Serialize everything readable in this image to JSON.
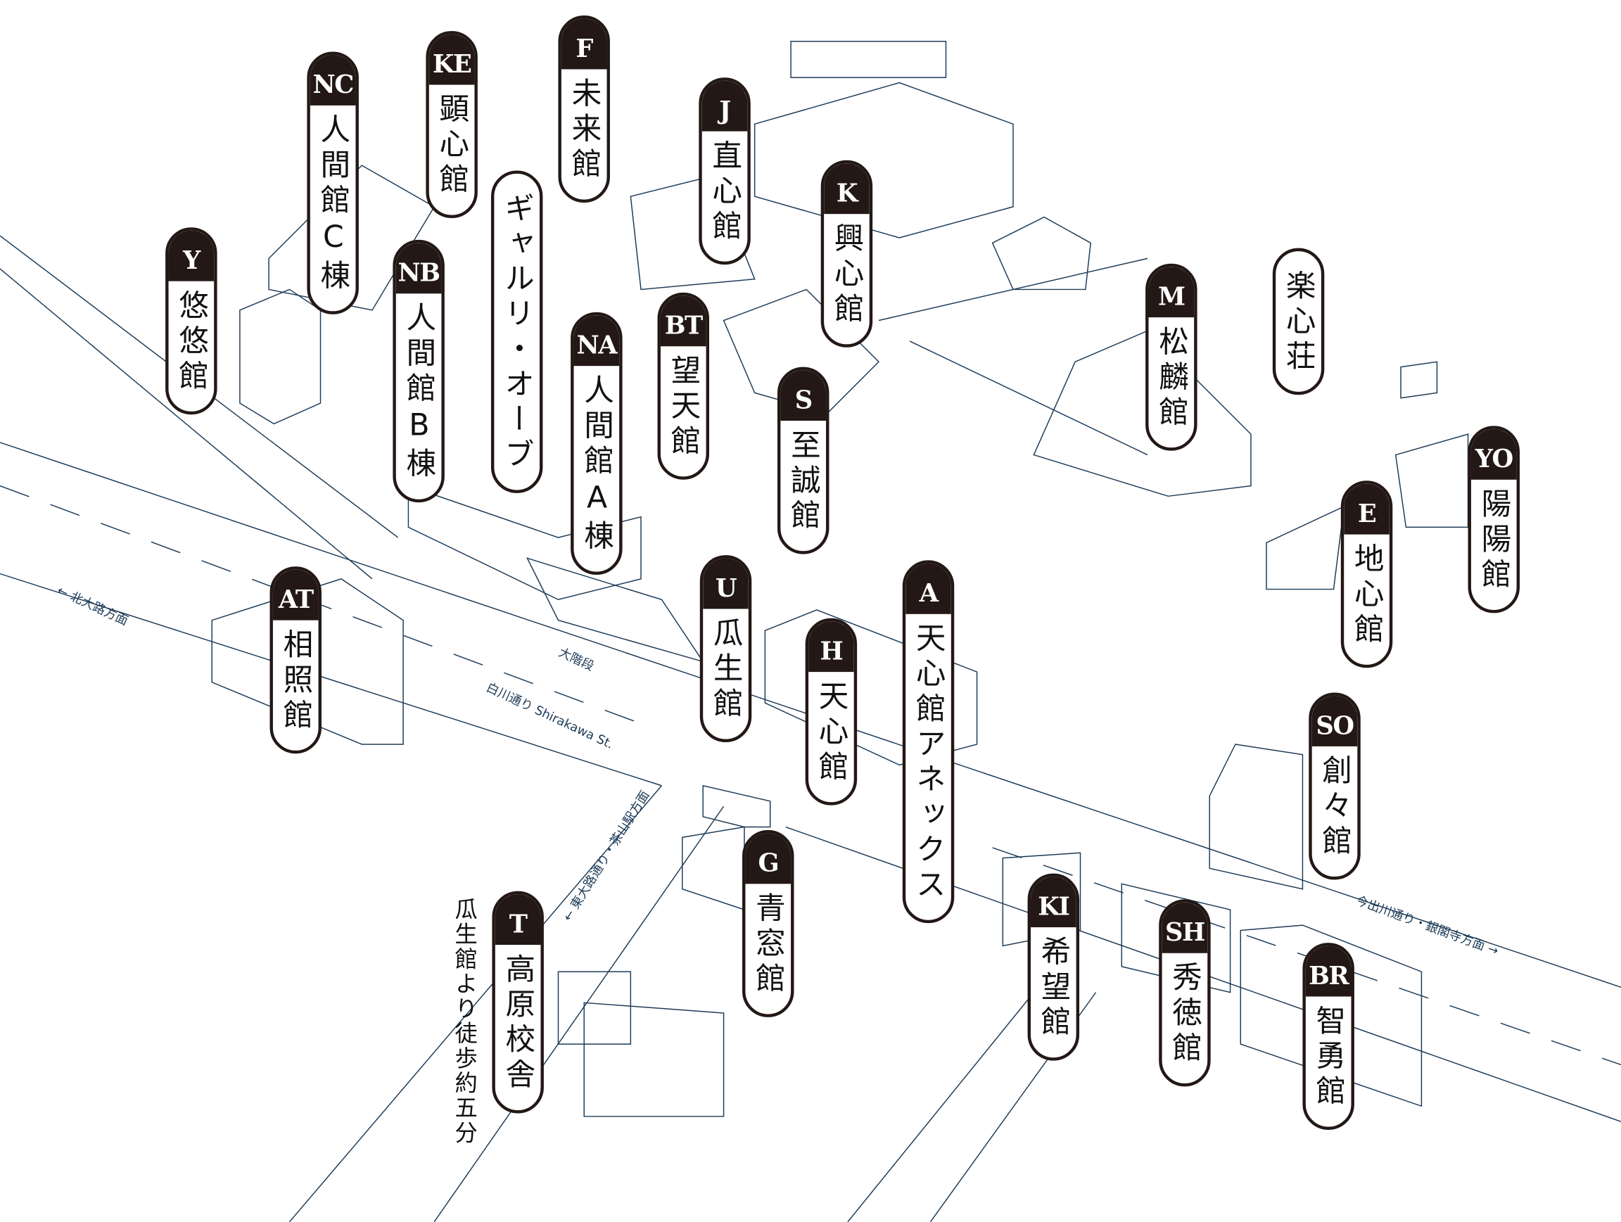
{
  "map": {
    "buildings": [
      {
        "code": "NC",
        "name": "人間館C棟"
      },
      {
        "code": "KE",
        "name": "顕心館"
      },
      {
        "code": "F",
        "name": "未来館"
      },
      {
        "code": "J",
        "name": "直心館"
      },
      {
        "code": "K",
        "name": "興心館"
      },
      {
        "code": "Y",
        "name": "悠悠館"
      },
      {
        "code": "NB",
        "name": "人間館B棟"
      },
      {
        "code": "",
        "name": "ギャルリ・オーブ"
      },
      {
        "code": "NA",
        "name": "人間館A棟"
      },
      {
        "code": "BT",
        "name": "望天館"
      },
      {
        "code": "S",
        "name": "至誠館"
      },
      {
        "code": "M",
        "name": "松麟館"
      },
      {
        "code": "",
        "name": "楽心荘"
      },
      {
        "code": "YO",
        "name": "陽陽館"
      },
      {
        "code": "E",
        "name": "地心館"
      },
      {
        "code": "AT",
        "name": "相照館"
      },
      {
        "code": "U",
        "name": "瓜生館"
      },
      {
        "code": "H",
        "name": "天心館"
      },
      {
        "code": "A",
        "name": "天心館アネックス"
      },
      {
        "code": "SO",
        "name": "創々館"
      },
      {
        "code": "G",
        "name": "青窓館"
      },
      {
        "code": "T",
        "name": "高原校舎"
      },
      {
        "code": "KI",
        "name": "希望館"
      },
      {
        "code": "SH",
        "name": "秀徳館"
      },
      {
        "code": "BR",
        "name": "智勇館"
      }
    ],
    "road_labels": {
      "kitaoji": "← 北大路方面",
      "stairs": "大階段",
      "shirakawa": "白川通り Shirakawa St.",
      "higashioji": "← 東大路通り・茶山駅方面",
      "imadegawa": "今出川通り・銀閣寺方面 →"
    },
    "walk_note": "瓜生館より徒歩約五分",
    "colors": {
      "badge": "#231815",
      "line": "#1d3b57"
    }
  }
}
